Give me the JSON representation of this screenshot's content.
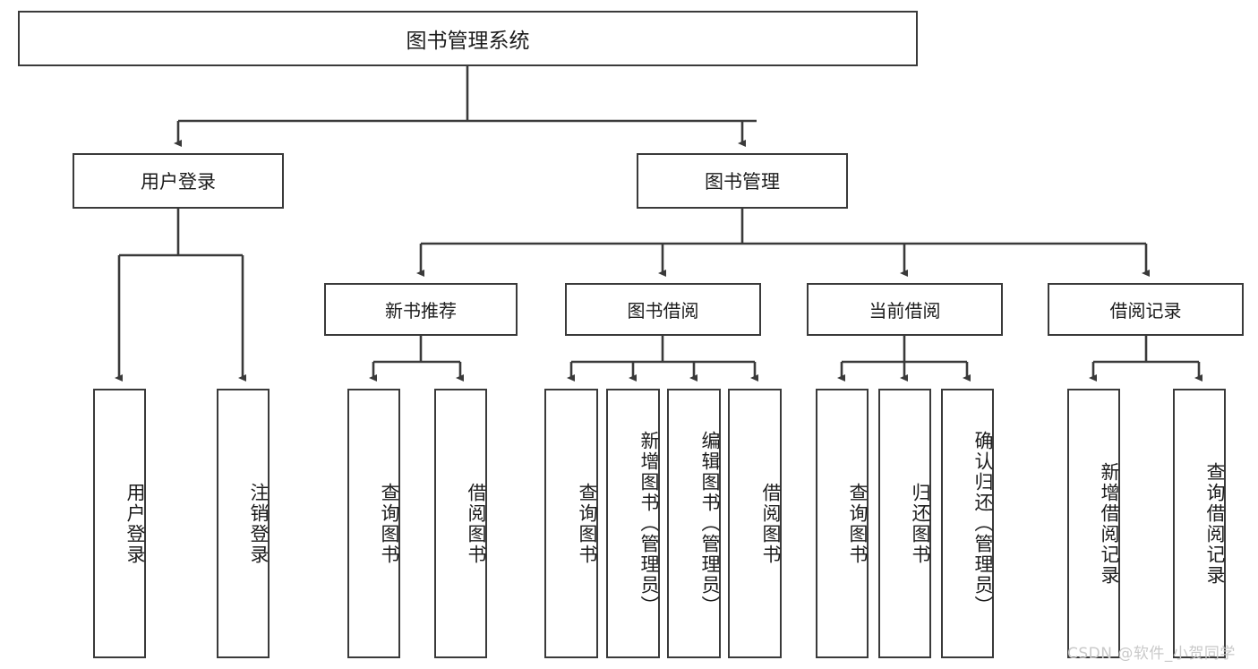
{
  "diagram": {
    "title_node": {
      "label": "图书管理系统"
    },
    "level1": [
      {
        "label": "用户登录"
      },
      {
        "label": "图书管理"
      }
    ],
    "level2": [
      {
        "label": "新书推荐"
      },
      {
        "label": "图书借阅"
      },
      {
        "label": "当前借阅"
      },
      {
        "label": "借阅记录"
      }
    ],
    "leaves": {
      "user_login": [
        {
          "label": "用户登录"
        },
        {
          "label": "注销登录"
        }
      ],
      "new_book_recommend": [
        {
          "label": "查询图书"
        },
        {
          "label": "借阅图书"
        }
      ],
      "book_borrow": [
        {
          "label": "查询图书"
        },
        {
          "label": "新增图书（管理员）"
        },
        {
          "label": "编辑图书（管理员）"
        },
        {
          "label": "借阅图书"
        }
      ],
      "current_borrow": [
        {
          "label": "查询图书"
        },
        {
          "label": "归还图书"
        },
        {
          "label": "确认归还（管理员）"
        }
      ],
      "borrow_record": [
        {
          "label": "新增借阅记录"
        },
        {
          "label": "查询借阅记录"
        }
      ]
    }
  },
  "watermark": {
    "text": "CSDN @软件_小贺同学"
  },
  "colors": {
    "stroke": "#3a3a3a",
    "text": "#1c1c1c",
    "background": "#ffffff",
    "watermark": "#c9c9c9"
  }
}
